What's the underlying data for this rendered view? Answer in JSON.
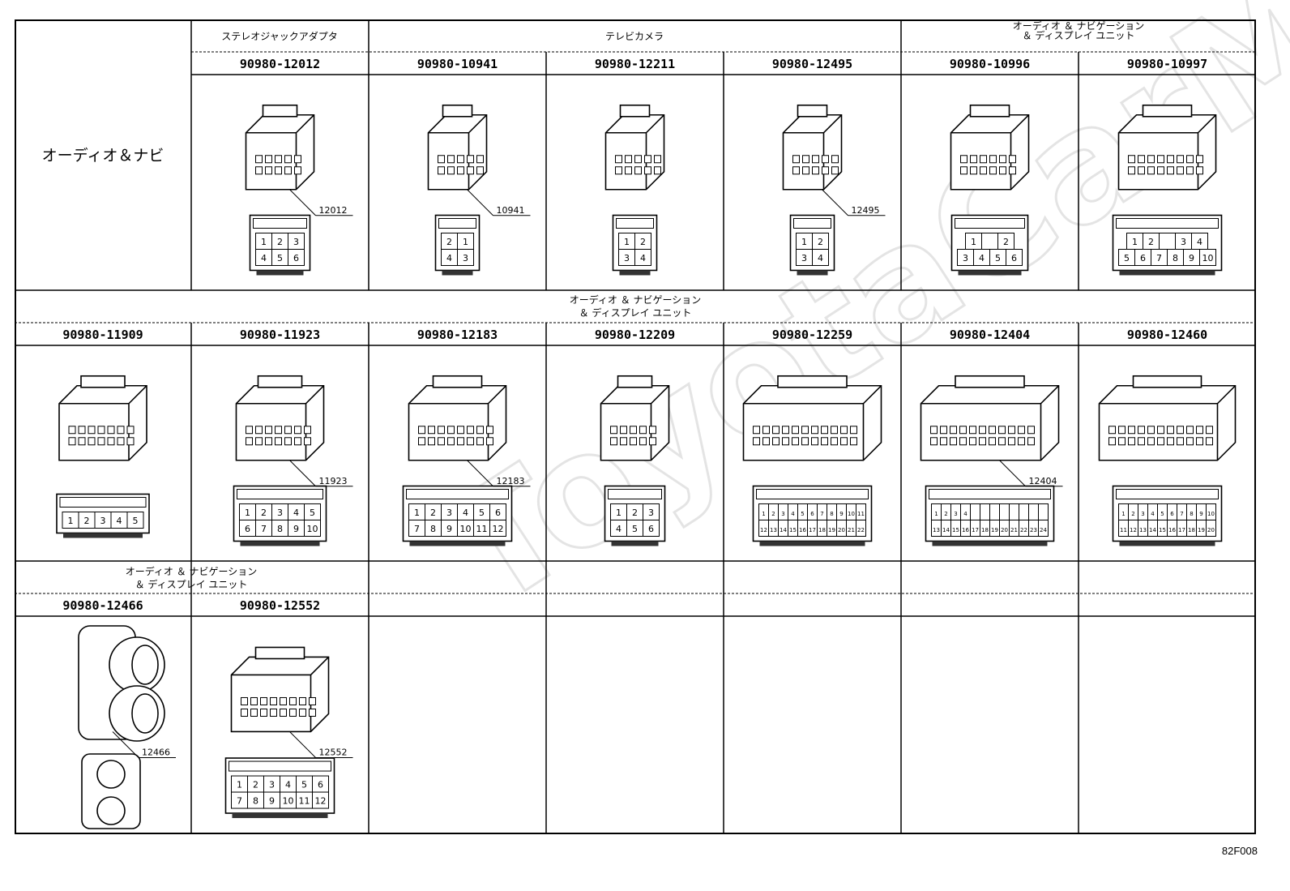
{
  "section_title": "オーディオ＆ナビ",
  "groups": {
    "stereo_jack": "ステレオジャックアダプタ",
    "tv_camera": "テレビカメラ",
    "audio_nav": [
      "オーディオ ＆ ナビゲーション",
      "＆ ディスプレイ ユニット"
    ]
  },
  "row1": [
    {
      "part": "90980-12012",
      "callout": "12012",
      "pins": [
        [
          "1",
          "2",
          "3"
        ],
        [
          "4",
          "5",
          "6"
        ]
      ]
    },
    {
      "part": "90980-10941",
      "callout": "10941",
      "pins": [
        [
          "2",
          "1"
        ],
        [
          "4",
          "3"
        ]
      ]
    },
    {
      "part": "90980-12211",
      "callout": "",
      "pins": [
        [
          "1",
          "2"
        ],
        [
          "3",
          "4"
        ]
      ]
    },
    {
      "part": "90980-12495",
      "callout": "12495",
      "pins": [
        [
          "1",
          "2"
        ],
        [
          "3",
          "4"
        ]
      ]
    },
    {
      "part": "90980-10996",
      "callout": "",
      "pins": [
        [
          "1",
          "",
          "2"
        ],
        [
          "3",
          "4",
          "5",
          "6"
        ]
      ]
    },
    {
      "part": "90980-10997",
      "callout": "",
      "pins": [
        [
          "1",
          "2",
          "",
          "3",
          "4"
        ],
        [
          "5",
          "6",
          "7",
          "8",
          "9",
          "10"
        ]
      ]
    }
  ],
  "row2": [
    {
      "part": "90980-11909",
      "callout": "",
      "pins": [
        [
          "1",
          "2",
          "3",
          "4",
          "5"
        ]
      ]
    },
    {
      "part": "90980-11923",
      "callout": "11923",
      "pins": [
        [
          "1",
          "2",
          "3",
          "4",
          "5"
        ],
        [
          "6",
          "7",
          "8",
          "9",
          "10"
        ]
      ]
    },
    {
      "part": "90980-12183",
      "callout": "12183",
      "pins": [
        [
          "1",
          "2",
          "3",
          "4",
          "5",
          "6"
        ],
        [
          "7",
          "8",
          "9",
          "10",
          "11",
          "12"
        ]
      ]
    },
    {
      "part": "90980-12209",
      "callout": "",
      "pins": [
        [
          "1",
          "2",
          "3"
        ],
        [
          "4",
          "5",
          "6"
        ]
      ]
    },
    {
      "part": "90980-12259",
      "callout": "",
      "pins": [
        [
          "1",
          "2",
          "3",
          "4",
          "5",
          "6",
          "7",
          "8",
          "9",
          "10",
          "11"
        ],
        [
          "12",
          "13",
          "14",
          "15",
          "16",
          "17",
          "18",
          "19",
          "20",
          "21",
          "22"
        ]
      ]
    },
    {
      "part": "90980-12404",
      "callout": "12404",
      "pins": [
        [
          "1",
          "2",
          "3",
          "4",
          "",
          "",
          "",
          "",
          "",
          "",
          "",
          ""
        ],
        [
          "13",
          "14",
          "15",
          "16",
          "17",
          "18",
          "19",
          "20",
          "21",
          "22",
          "23",
          "24"
        ]
      ]
    },
    {
      "part": "90980-12460",
      "callout": "",
      "pins": [
        [
          "1",
          "2",
          "3",
          "4",
          "5",
          "6",
          "7",
          "8",
          "9",
          "10"
        ],
        [
          "11",
          "12",
          "13",
          "14",
          "15",
          "16",
          "17",
          "18",
          "19",
          "20"
        ]
      ]
    }
  ],
  "row3": [
    {
      "part": "90980-12466",
      "callout": "12466",
      "pins": []
    },
    {
      "part": "90980-12552",
      "callout": "12552",
      "pins": [
        [
          "1",
          "2",
          "3",
          "4",
          "5",
          "6"
        ],
        [
          "7",
          "8",
          "9",
          "10",
          "11",
          "12"
        ]
      ]
    }
  ],
  "watermark": "ToyotaCarMine.ru",
  "figure_no": "82F008"
}
